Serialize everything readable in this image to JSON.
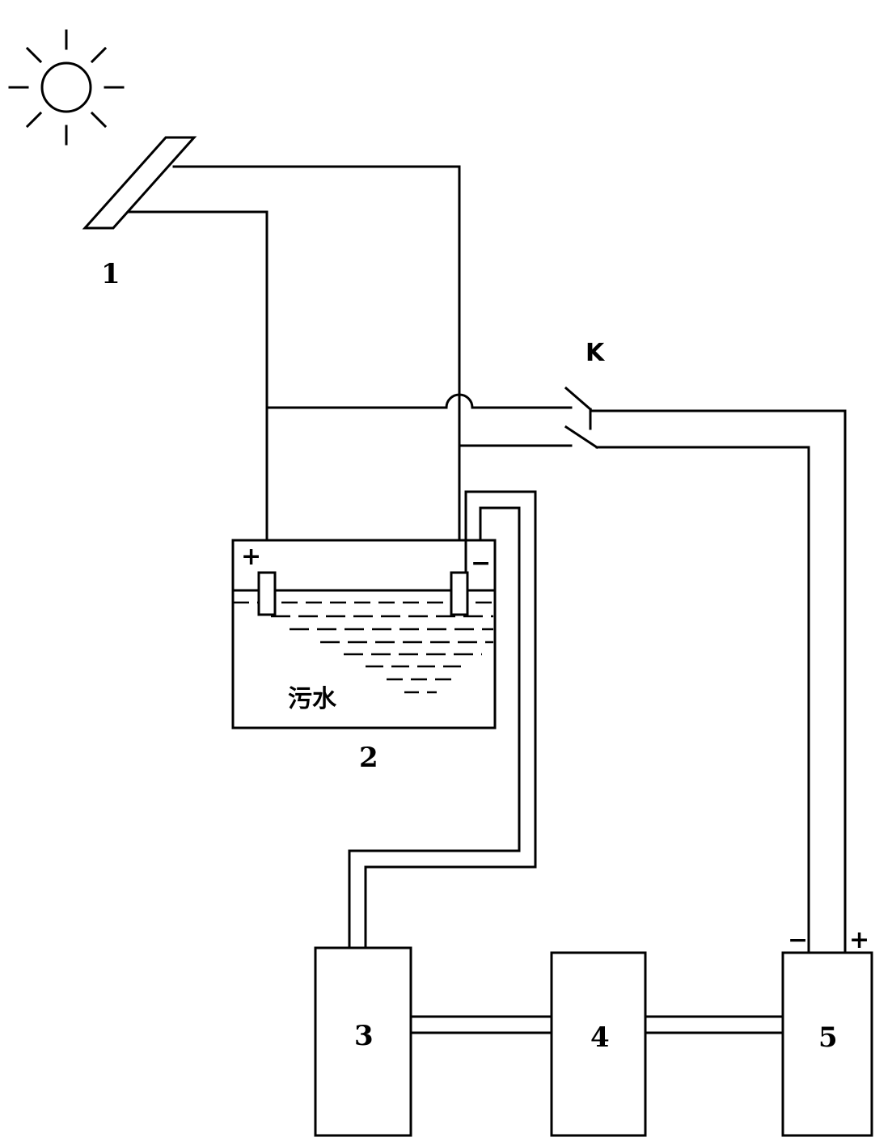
{
  "labels": {
    "solar_panel": "1",
    "tank": "2",
    "box3": "3",
    "box4": "4",
    "box5": "5",
    "switch": "K",
    "wastewater": "污水",
    "tank_plus": "+",
    "tank_minus": "−",
    "box5_minus": "−",
    "box5_plus": "+"
  }
}
